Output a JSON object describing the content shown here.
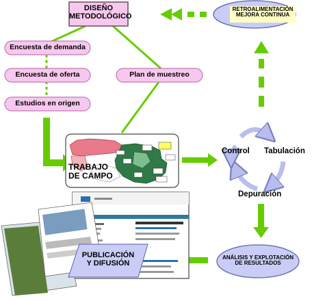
{
  "nodes": {
    "diseno": "DISEÑO\nMETODOLÓGICO",
    "encuesta_demanda": "Encuesta de demanda",
    "encuesta_oferta": "Encuesta de oferta",
    "estudios_origen": "Estudios en origen",
    "plan_muestreo": "Plan de muestreo",
    "retro": "RETROALIMENTACIÓN\nMEJORA CONTINUA",
    "trabajo_campo": "TRABAJO\nDE CAMPO",
    "control": "Control",
    "tabulacion": "Tabulación",
    "depuracion": "Depuración",
    "analisis": "ANÁLISIS Y EXPLOTACIÓN\nDE RESULTADOS",
    "publicacion": "PUBLICACIÓN\nY DIFUSIÓN"
  },
  "colors": {
    "green": "#66cc00",
    "pink": "#f7c8ee",
    "pink_border": "#c07ab0",
    "blue": "#c9cdf6",
    "blue_border": "#6f74b8",
    "yellow": "#ffffc4",
    "cycle": "#b9bdee"
  },
  "icons": {
    "map": "spain-map-icon",
    "website": "website-screenshot-icon",
    "brochure": "brochure-icon"
  }
}
